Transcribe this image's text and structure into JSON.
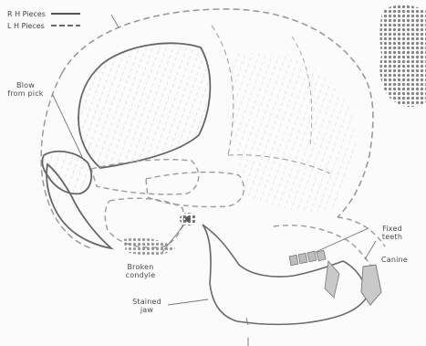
{
  "legend": {
    "rh_label": "R H Pieces",
    "lh_label": "L H Pieces"
  },
  "labels": {
    "blow": [
      "Blow",
      "from pick"
    ],
    "broken_condyle": [
      "Broken",
      "condyle"
    ],
    "stained_jaw": [
      "Stained",
      "jaw"
    ],
    "fixed_teeth": [
      "Fixed",
      "teeth"
    ],
    "canine": "Canine"
  },
  "colors": {
    "solid_line": "#6a6a6a",
    "dashed_line": "#9a9a9a",
    "fill_texture": "#d6d6d6",
    "halftone": "#707070"
  }
}
